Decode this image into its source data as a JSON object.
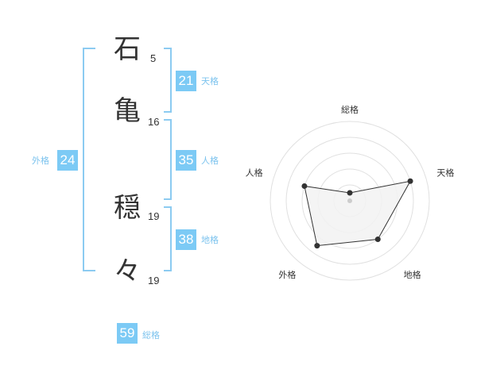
{
  "name_chars": [
    {
      "char": "石",
      "strokes": "5"
    },
    {
      "char": "亀",
      "strokes": "16"
    },
    {
      "char": "穏",
      "strokes": "19"
    },
    {
      "char": "々",
      "strokes": "19"
    }
  ],
  "fortunes": {
    "tenkaku": {
      "value": "21",
      "label": "天格"
    },
    "jinkaku": {
      "value": "35",
      "label": "人格"
    },
    "chikaku": {
      "value": "38",
      "label": "地格"
    },
    "gaikaku": {
      "value": "24",
      "label": "外格"
    },
    "soukaku": {
      "value": "59",
      "label": "総格"
    }
  },
  "chart_data": {
    "type": "radar",
    "axes": [
      "総格",
      "天格",
      "地格",
      "外格",
      "人格"
    ],
    "values": [
      0.1,
      0.8,
      0.6,
      0.7,
      0.6
    ],
    "fill_color": "#f2f2f2",
    "line_color": "#333333",
    "grid_color": "#e0e0e0"
  }
}
